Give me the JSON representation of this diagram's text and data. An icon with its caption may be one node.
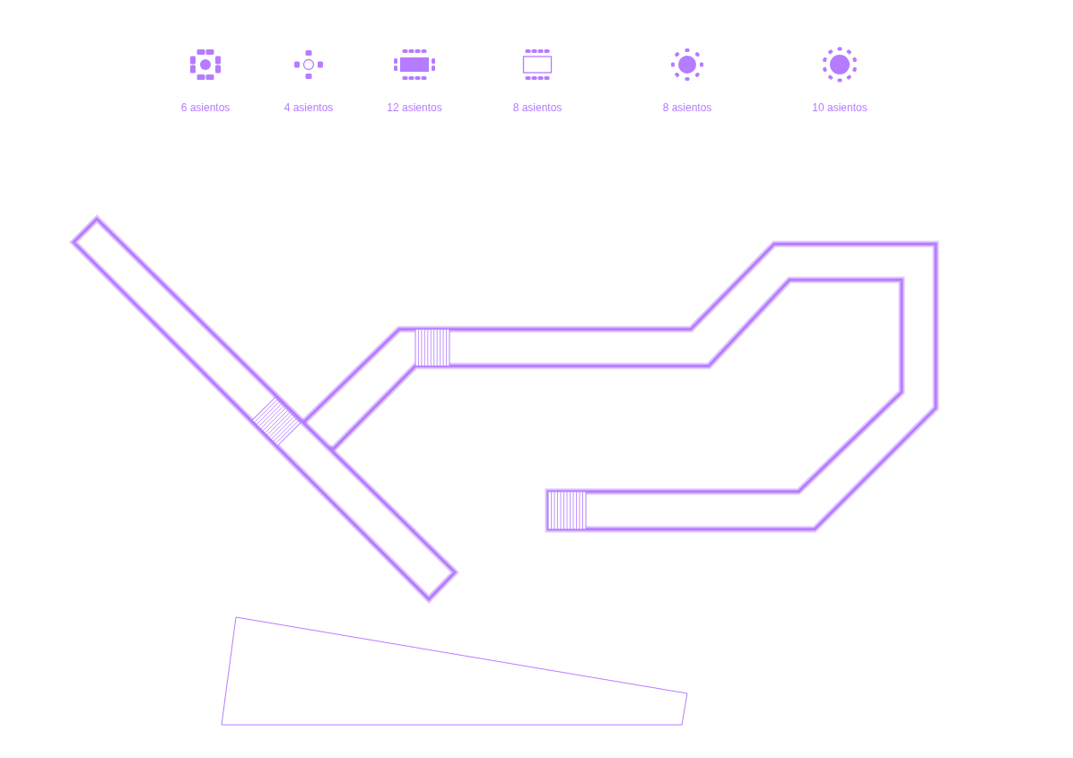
{
  "diagram": {
    "legend": [
      {
        "text": "6 asientos"
      },
      {
        "text": "4 asientos"
      },
      {
        "text": "12 asientos"
      },
      {
        "text": "8 asientos"
      },
      {
        "text": "8 asientos"
      },
      {
        "text": "10 asientos"
      }
    ]
  }
}
